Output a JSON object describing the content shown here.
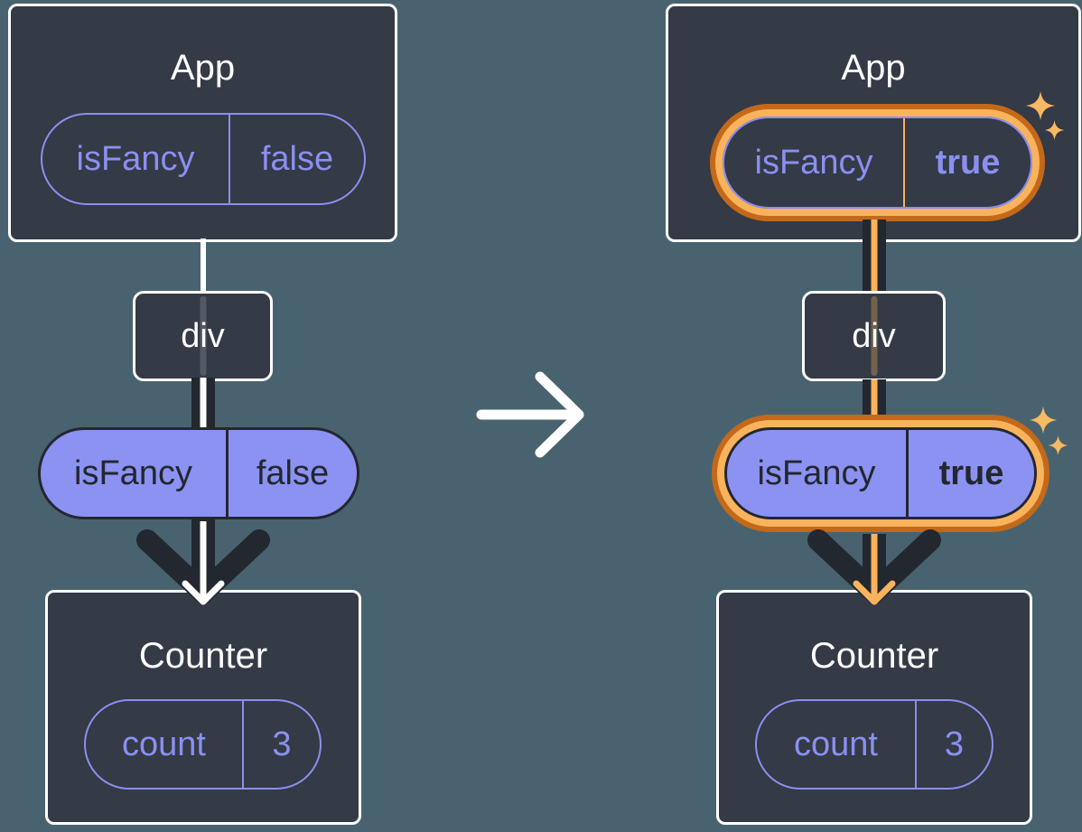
{
  "colors": {
    "background": "#48636F",
    "card_background": "#343A46",
    "card_border": "#FFFFFF",
    "purple_accent": "#8A90F0",
    "pill_fill": "#8B92F2",
    "dark_ink": "#23272F",
    "highlight_ring_inner": "#F9B35C",
    "highlight_ring_outer": "#C4691A",
    "sparkle": "#F8B964",
    "transition_arrow": "#FFFFFF"
  },
  "left": {
    "app": {
      "title": "App",
      "state_name": "isFancy",
      "state_value": "false"
    },
    "div_label": "div",
    "prop": {
      "name": "isFancy",
      "value": "false"
    },
    "counter": {
      "title": "Counter",
      "state_name": "count",
      "state_value": "3"
    }
  },
  "right": {
    "app": {
      "title": "App",
      "state_name": "isFancy",
      "state_value": "true"
    },
    "div_label": "div",
    "prop": {
      "name": "isFancy",
      "value": "true"
    },
    "counter": {
      "title": "Counter",
      "state_name": "count",
      "state_value": "3"
    }
  }
}
